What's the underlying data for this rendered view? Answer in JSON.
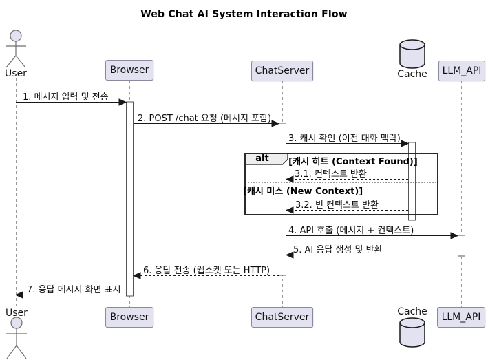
{
  "diagram": {
    "title": "Web Chat AI System Interaction Flow",
    "type": "uml-sequence"
  },
  "participants": [
    {
      "id": "user",
      "label": "User",
      "kind": "actor"
    },
    {
      "id": "browser",
      "label": "Browser",
      "kind": "box"
    },
    {
      "id": "chatserver",
      "label": "ChatServer",
      "kind": "box"
    },
    {
      "id": "cache",
      "label": "Cache",
      "kind": "database"
    },
    {
      "id": "llm_api",
      "label": "LLM_API",
      "kind": "box"
    }
  ],
  "messages": [
    {
      "seq": "1",
      "label": "1. 메시지 입력 및 전송",
      "from": "User",
      "to": "Browser",
      "line": "solid"
    },
    {
      "seq": "2",
      "label": "2. POST /chat 요청 (메시지 포함)",
      "from": "Browser",
      "to": "ChatServer",
      "line": "solid"
    },
    {
      "seq": "3",
      "label": "3. 캐시 확인 (이전 대화 맥락)",
      "from": "ChatServer",
      "to": "Cache",
      "line": "solid"
    },
    {
      "seq": "3.1",
      "label": "3.1. 컨텍스트 반환",
      "from": "Cache",
      "to": "ChatServer",
      "line": "dashed"
    },
    {
      "seq": "3.2",
      "label": "3.2. 빈 컨텍스트 반환",
      "from": "Cache",
      "to": "ChatServer",
      "line": "dashed"
    },
    {
      "seq": "4",
      "label": "4. API 호출 (메시지 + 컨텍스트)",
      "from": "ChatServer",
      "to": "LLM_API",
      "line": "solid"
    },
    {
      "seq": "5",
      "label": "5. AI 응답 생성 및 반환",
      "from": "LLM_API",
      "to": "ChatServer",
      "line": "dashed"
    },
    {
      "seq": "6",
      "label": "6. 응답 전송 (웹소켓 또는 HTTP)",
      "from": "ChatServer",
      "to": "Browser",
      "line": "dashed"
    },
    {
      "seq": "7",
      "label": "7. 응답 메시지 화면 표시",
      "from": "Browser",
      "to": "User",
      "line": "dashed"
    }
  ],
  "alt_block": {
    "operator": "alt",
    "condition_1": "[캐시 히트 (Context Found)]",
    "condition_2": "[캐시 미스 (New Context)]"
  },
  "colors": {
    "participant_fill": "#E2E2F0",
    "participant_border": "#8A8A9E",
    "arrow_line": "#181818",
    "lifeline": "#999999",
    "frame_border": "#2A2A2A",
    "frame_label_fill": "#EEEEEE",
    "background": "#FFFFFF",
    "text": "#111111"
  }
}
